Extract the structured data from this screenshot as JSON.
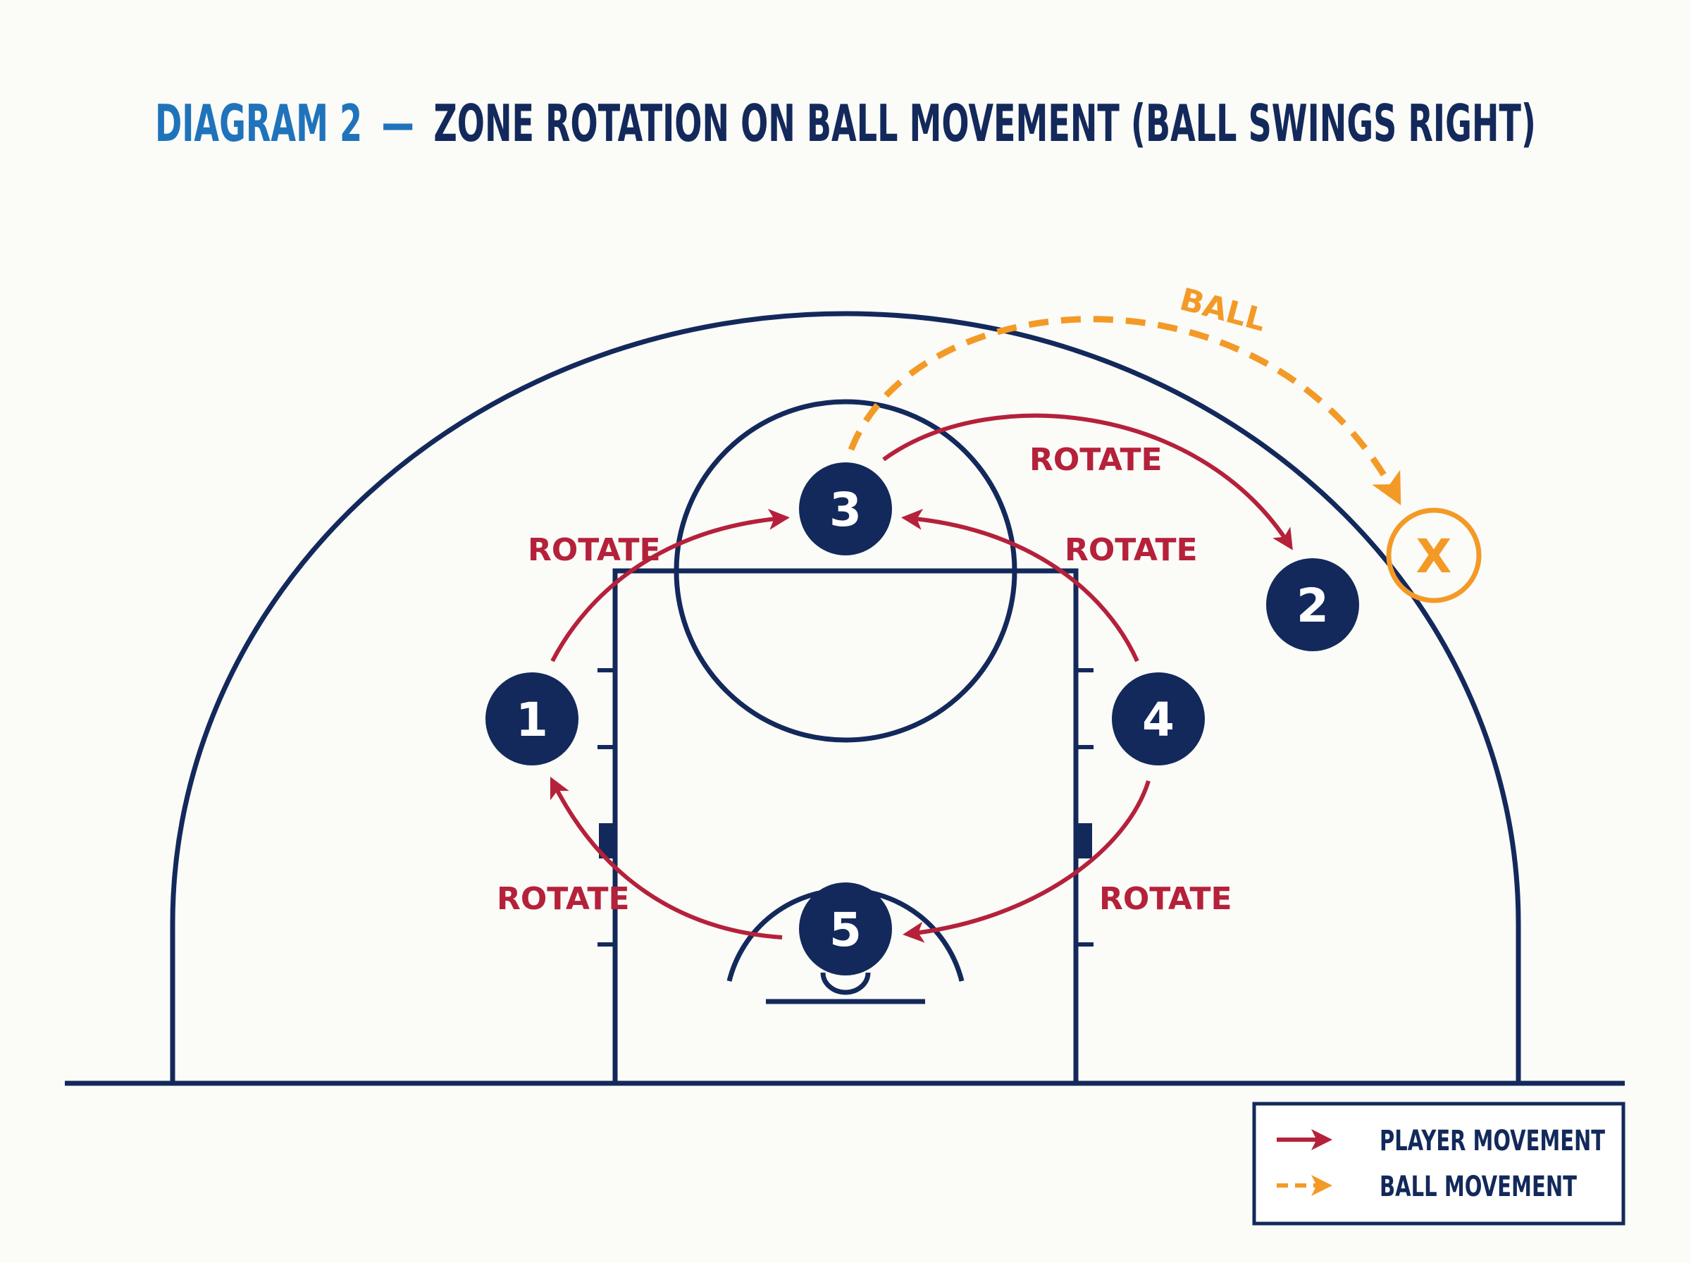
{
  "title": {
    "prefix": "DIAGRAM 2",
    "dash": "—",
    "main": "ZONE ROTATION ON BALL MOVEMENT (BALL SWINGS RIGHT)"
  },
  "colors": {
    "background": "#fbfbf8",
    "navy": "#13295b",
    "title_blue": "#1f73bb",
    "red": "#b5213a",
    "orange": "#f39a26"
  },
  "players": [
    {
      "id": "p1",
      "label": "1"
    },
    {
      "id": "p2",
      "label": "2"
    },
    {
      "id": "p3",
      "label": "3"
    },
    {
      "id": "p4",
      "label": "4"
    },
    {
      "id": "p5",
      "label": "5"
    }
  ],
  "ball_marker": "X",
  "ball_label": "BALL",
  "rotate_labels": [
    "ROTATE",
    "ROTATE",
    "ROTATE",
    "ROTATE",
    "ROTATE"
  ],
  "legend": {
    "player_movement": "PLAYER MOVEMENT",
    "ball_movement": "BALL MOVEMENT"
  }
}
